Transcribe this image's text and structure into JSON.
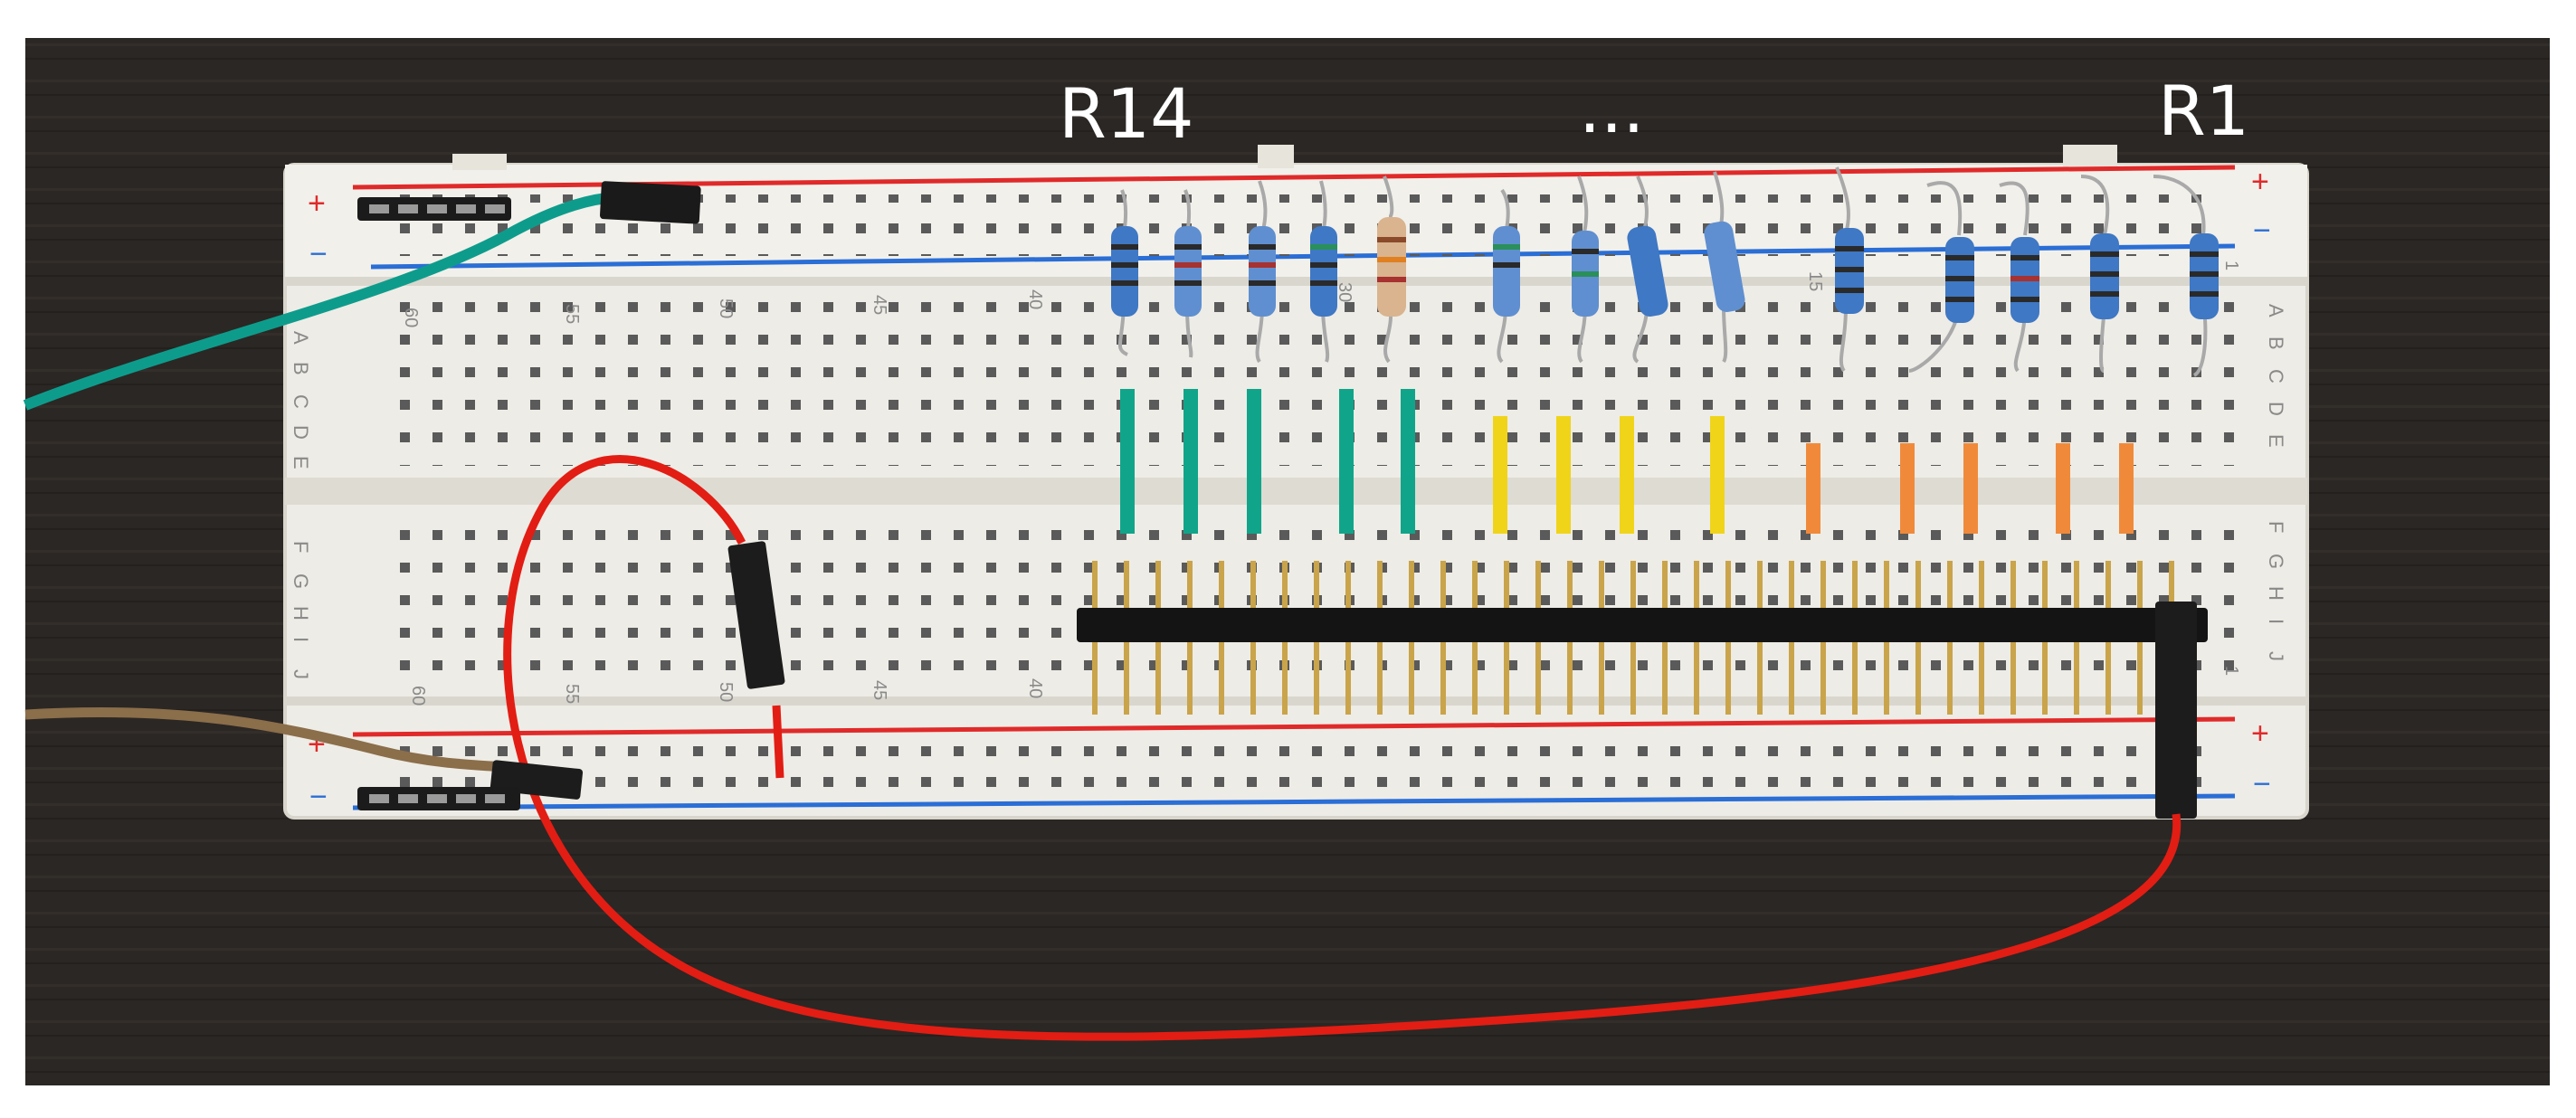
{
  "labels": {
    "left": "R14",
    "middle": "...",
    "right": "R1"
  },
  "breadboard": {
    "rail_plus": "+",
    "rail_minus": "−",
    "rows_top": [
      "A",
      "B",
      "C",
      "D",
      "E"
    ],
    "rows_bottom": [
      "F",
      "G",
      "H",
      "I",
      "J"
    ],
    "columns_top": [
      "60",
      "55",
      "50",
      "45",
      "40",
      "30",
      "15",
      "1"
    ],
    "columns_bottom": [
      "60",
      "55",
      "50",
      "45",
      "40",
      "1"
    ]
  },
  "colors": {
    "background": "#ffffff",
    "table": "#2b2724",
    "board": "#eeece6",
    "rail_red": "#e02a2a",
    "rail_blue": "#2a6ed6",
    "jumper_green": "#10a58a",
    "jumper_yellow": "#f0d41a",
    "jumper_orange": "#f08a3a",
    "wire_red": "#e21d14",
    "wire_teal": "#0d9c8c",
    "wire_brown": "#8b6e4a",
    "resistor_blue": "#3f78c4",
    "resistor_beige": "#d9b48f",
    "header_black": "#141414",
    "pin_gold": "#c9a44a"
  }
}
